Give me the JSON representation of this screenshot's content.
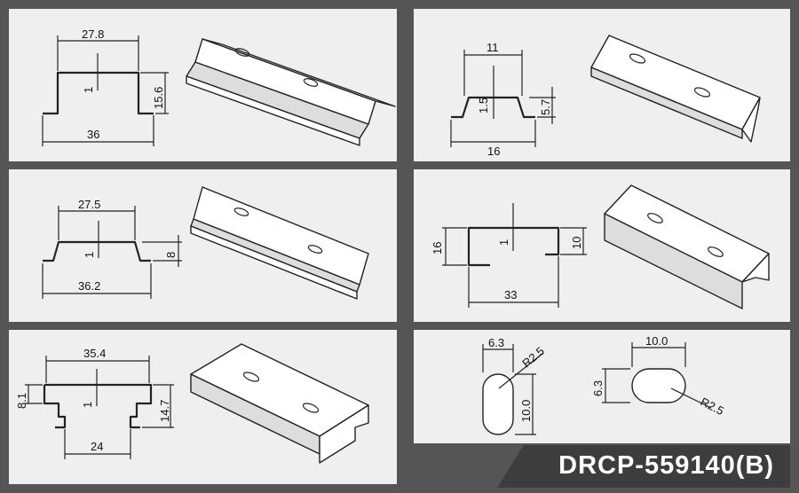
{
  "panels": {
    "p1": {
      "top_width": "27.8",
      "thickness": "1",
      "height": "15.6",
      "bottom_width": "36"
    },
    "p2": {
      "top_width": "11",
      "thickness": "1.5",
      "height": "5.7",
      "bottom_width": "16"
    },
    "p3": {
      "top_width": "27.5",
      "thickness": "1",
      "height": "8",
      "bottom_width": "36.2"
    },
    "p4": {
      "height": "16",
      "thickness": "1",
      "lip_height": "10",
      "width": "33"
    },
    "p5": {
      "top_width": "35.4",
      "lip_height": "8.1",
      "thickness": "1",
      "height": "14.7",
      "bottom_width": "24"
    },
    "p6": {
      "slot1_width": "6.3",
      "slot1_radius": "R2.5",
      "slot1_length": "10.0",
      "slot2_width": "10.0",
      "slot2_height": "6.3",
      "slot2_radius": "R2.5"
    }
  },
  "model": {
    "code": "DRCP-559140(B)"
  }
}
